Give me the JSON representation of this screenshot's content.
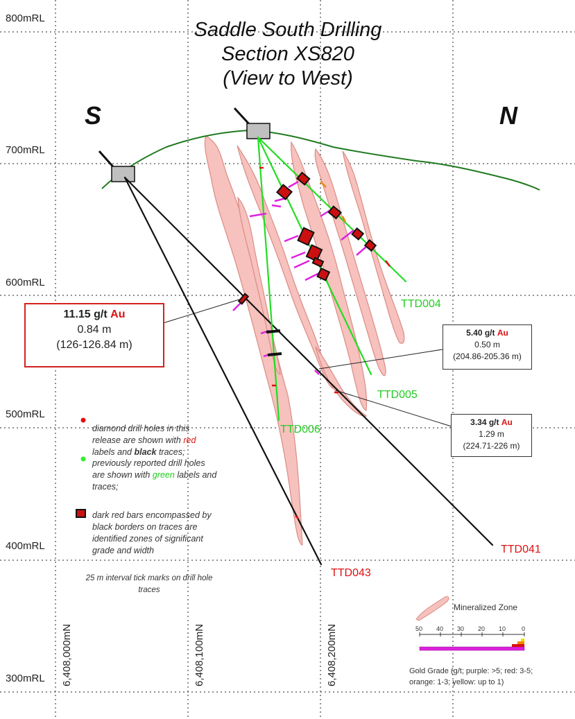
{
  "title": {
    "line1": "Saddle South Drilling",
    "line2": "Section XS820",
    "line3": "(View to West)"
  },
  "compass": {
    "south": "S",
    "north": "N"
  },
  "elevation_labels": [
    "800mRL",
    "700mRL",
    "600mRL",
    "500mRL",
    "400mRL",
    "300mRL"
  ],
  "northing_labels": [
    "6,408,000mN",
    "6,408,100mN",
    "6,408,200mN"
  ],
  "drill_holes": {
    "green": [
      "TTD004",
      "TTD005",
      "TTD006"
    ],
    "red": [
      "TTD041",
      "TTD043"
    ]
  },
  "callouts": {
    "c1": {
      "grade": "11.15 g/t",
      "element": "Au",
      "width": "0.84 m",
      "interval": "(126-126.84 m)"
    },
    "c2": {
      "grade": "5.40 g/t",
      "element": "Au",
      "width": "0.50 m",
      "interval": "(204.86-205.36 m)"
    },
    "c3": {
      "grade": "3.34 g/t",
      "element": "Au",
      "width": "1.29 m",
      "interval": "(224.71-226 m)"
    }
  },
  "legend": {
    "red_dot_a": "diamond drill holes in this release are shown with",
    "red_word": "red",
    "red_dot_b": "labels and",
    "black_word": "black",
    "red_dot_c": "traces;",
    "green_dot_a": "previously reported  drill holes are shown with",
    "green_word": "green",
    "green_dot_b": "labels and traces;",
    "bar_text": "dark red bars encompassed by black borders on traces are identified zones of significant grade and width",
    "tick_text": "25 m interval tick marks on drill hole traces"
  },
  "key": {
    "zone_label": "Mineralized Zone",
    "scale_ticks": [
      "50",
      "40",
      "30",
      "20",
      "10",
      "0"
    ],
    "gold_grade_text": "Gold Grade (g/t; purple: >5; red: 3-5; orange: 1-3; yellow: up to 1)"
  },
  "colors": {
    "green_trace": "#22dd22",
    "red_label": "#dd1111",
    "zone_fill": "#f7c1bd",
    "zone_edge": "#d98c86",
    "topo": "#1f7a1f",
    "significant_bar": "#cc1010",
    "purple_grade": "#e020e0"
  }
}
